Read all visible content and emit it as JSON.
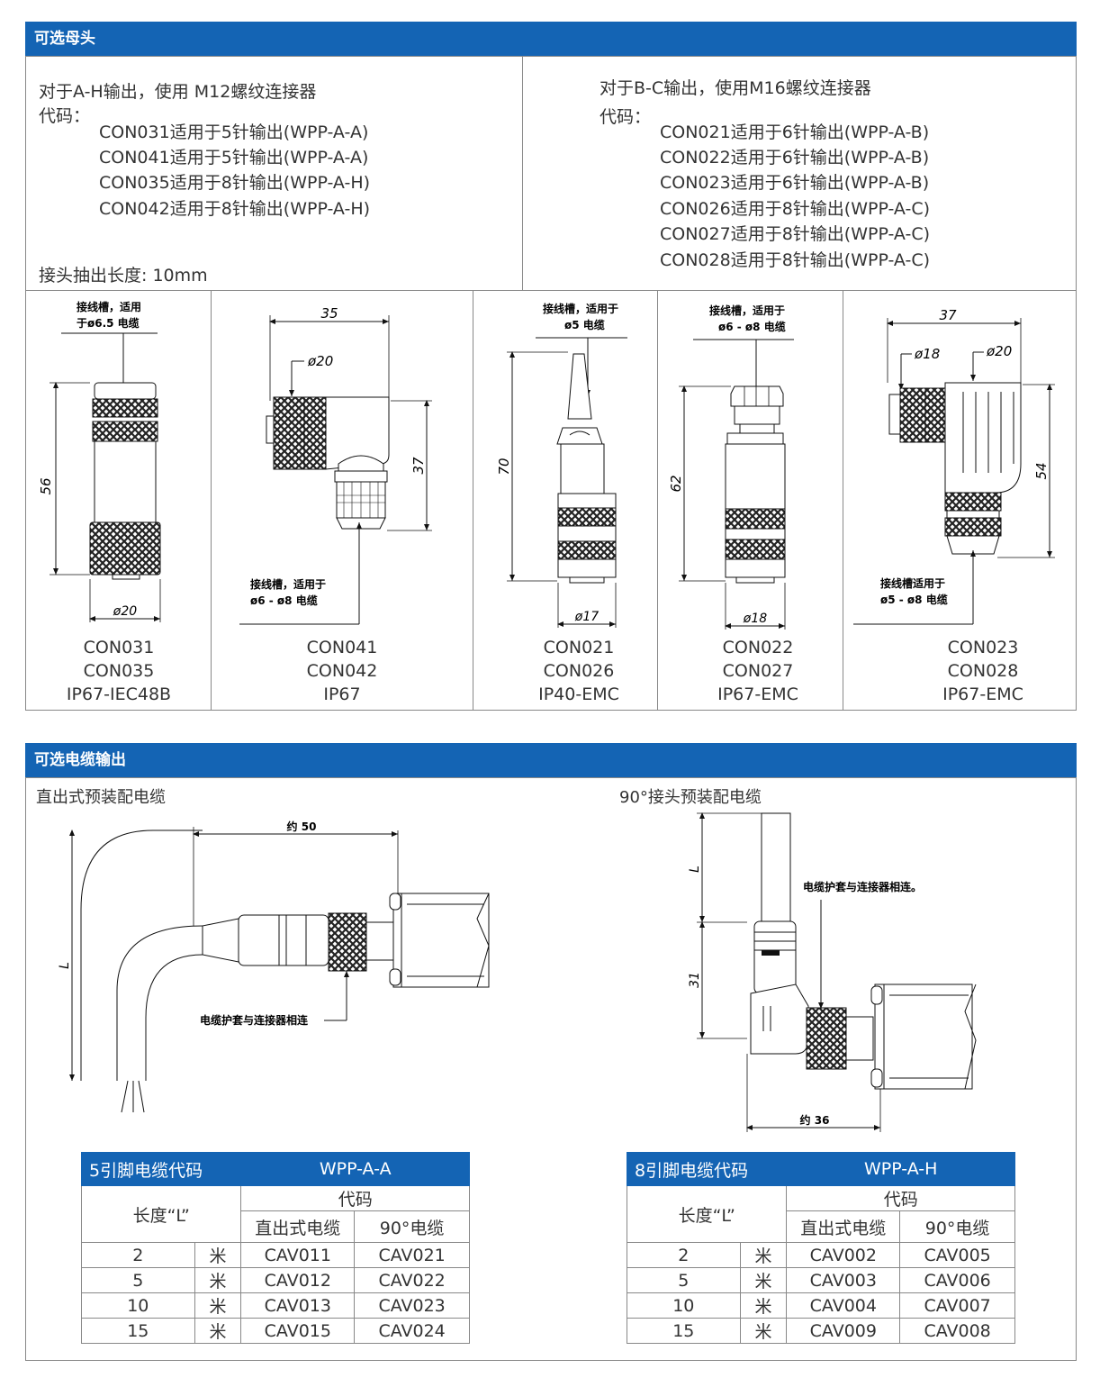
{
  "section1": {
    "title": "可选母头",
    "left": {
      "heading": "对于A-H输出，使用 M12螺纹连接器",
      "code_label": "代码：",
      "codes": [
        "CON031适用于5针输出(WPP-A-A)",
        "CON041适用于5针输出(WPP-A-A)",
        "CON035适用于8针输出(WPP-A-H)",
        "CON042适用于8针输出(WPP-A-H)"
      ],
      "note": "接头抽出长度: 10mm"
    },
    "right": {
      "heading": "对于B-C输出，使用M16螺纹连接器",
      "code_label": "代码：",
      "codes": [
        "CON021适用于6针输出(WPP-A-B)",
        "CON022适用于6针输出(WPP-A-B)",
        "CON023适用于6针输出(WPP-A-B)",
        "CON026适用于8针输出(WPP-A-C)",
        "CON027适用于8针输出(WPP-A-C)",
        "CON028适用于8针输出(WPP-A-C)"
      ]
    },
    "connectors": [
      {
        "label1": "CON031",
        "label2": "CON035",
        "label3": "IP67-IEC48B",
        "note1": "接线槽，适用",
        "note2": "于ø6.5  电缆",
        "dim_h": "56",
        "dim_d": "ø20"
      },
      {
        "label1": "CON041",
        "label2": "CON042",
        "label3": "IP67",
        "note1": "接线槽，适用于",
        "note2": "ø6 - ø8 电缆",
        "dim_w": "35",
        "dim_h": "37",
        "dim_d": "ø20"
      },
      {
        "label1": "CON021",
        "label2": "CON026",
        "label3": "IP40-EMC",
        "note1": "接线槽，适用于",
        "note2": "ø5 电缆",
        "dim_h": "70",
        "dim_d": "ø17"
      },
      {
        "label1": "CON022",
        "label2": "CON027",
        "label3": "IP67-EMC",
        "note1": "接线槽，适用于",
        "note2": "ø6 - ø8 电缆",
        "dim_h": "62",
        "dim_d": "ø18"
      },
      {
        "label1": "CON023",
        "label2": "CON028",
        "label3": "IP67-EMC",
        "note1": "接线槽适用于",
        "note2": "ø5 - ø8 电缆",
        "dim_w": "37",
        "dim_d1": "ø18",
        "dim_d2": "ø20",
        "dim_h": "54"
      }
    ]
  },
  "section2": {
    "title": "可选电缆输出",
    "left_title": "直出式预装配电缆",
    "right_title": "90°接头预装配电缆",
    "left_diagram": {
      "dim_len": "约 50",
      "dim_L": "L",
      "note": "电缆护套与连接器相连"
    },
    "right_diagram": {
      "dim_L": "L",
      "dim_31": "31",
      "dim_len": "约 36",
      "note": "电缆护套与连接器相连。"
    },
    "tables": [
      {
        "title": "5引脚电缆代码",
        "model": "WPP-A-A",
        "length_header": "长度“L”",
        "code_header": "代码",
        "col1": "直出式电缆",
        "col2": "90°电缆",
        "rows": [
          {
            "len": "2",
            "unit": "米",
            "c1": "CAV011",
            "c2": "CAV021"
          },
          {
            "len": "5",
            "unit": "米",
            "c1": "CAV012",
            "c2": "CAV022"
          },
          {
            "len": "10",
            "unit": "米",
            "c1": "CAV013",
            "c2": "CAV023"
          },
          {
            "len": "15",
            "unit": "米",
            "c1": "CAV015",
            "c2": "CAV024"
          }
        ]
      },
      {
        "title": "8引脚电缆代码",
        "model": "WPP-A-H",
        "length_header": "长度“L”",
        "code_header": "代码",
        "col1": "直出式电缆",
        "col2": "90°电缆",
        "rows": [
          {
            "len": "2",
            "unit": "米",
            "c1": "CAV002",
            "c2": "CAV005"
          },
          {
            "len": "5",
            "unit": "米",
            "c1": "CAV003",
            "c2": "CAV006"
          },
          {
            "len": "10",
            "unit": "米",
            "c1": "CAV004",
            "c2": "CAV007"
          },
          {
            "len": "15",
            "unit": "米",
            "c1": "CAV009",
            "c2": "CAV008"
          }
        ]
      }
    ]
  }
}
